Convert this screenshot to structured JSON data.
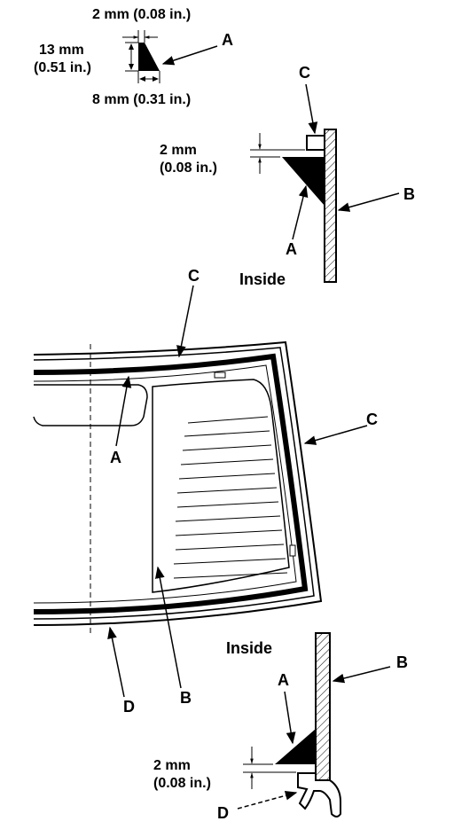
{
  "colors": {
    "ink": "#000000",
    "paper": "#ffffff"
  },
  "labels": {
    "a": "A",
    "b": "B",
    "c": "C",
    "d": "D",
    "inside": "Inside"
  },
  "dimensions": {
    "top_width": "2 mm (0.08 in.)",
    "height_mm": "13 mm",
    "height_in": "(0.51 in.)",
    "base_width": "8 mm (0.31 in.)",
    "gap_mm": "2 mm",
    "gap_in": "(0.08 in.)"
  }
}
